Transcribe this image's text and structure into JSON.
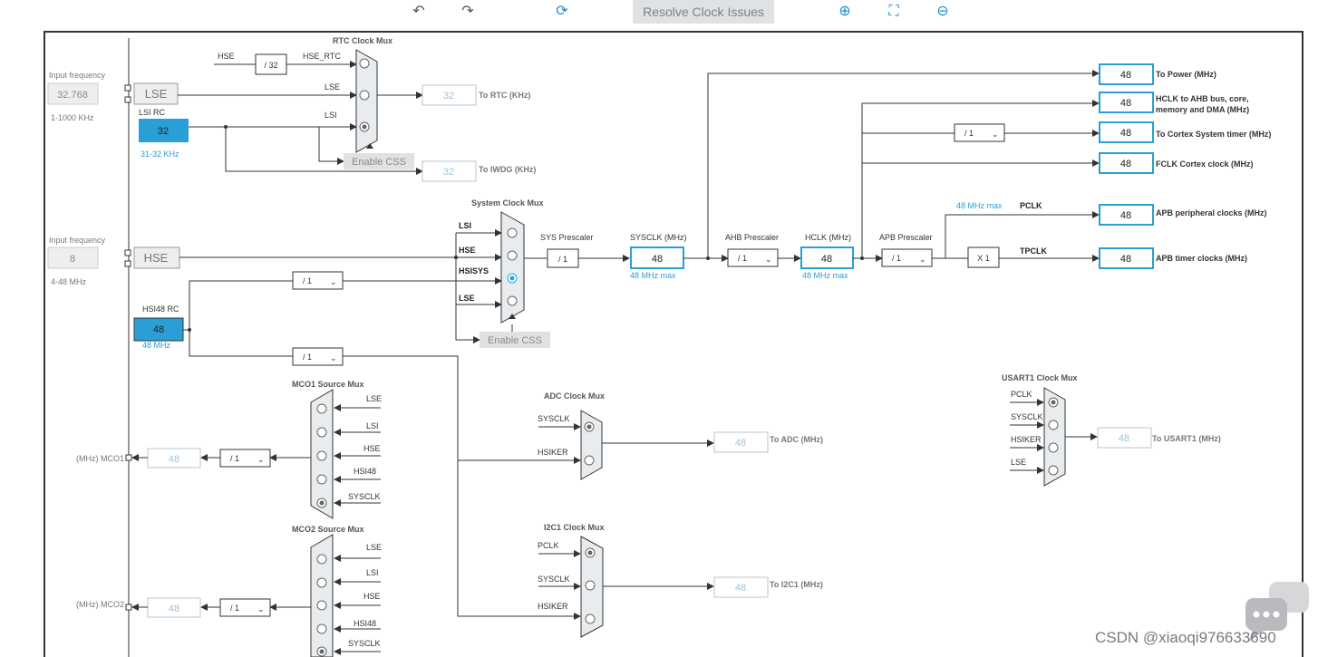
{
  "toolbar": {
    "resolve_label": "Resolve Clock Issues",
    "icons": [
      "undo-icon",
      "redo-icon",
      "refresh-icon",
      "zoom-in-icon",
      "fit-screen-icon",
      "zoom-out-icon"
    ]
  },
  "colors": {
    "accent": "#2a9fd6",
    "mux_fill": "#e9ecef",
    "line": "#333333"
  },
  "lse_section": {
    "input_freq_label": "Input frequency",
    "input_value": "32.768",
    "range": "1-1000 KHz",
    "lse_label": "LSE",
    "lsirc_label": "LSI RC",
    "lsi_value": "32",
    "lsi_range": "31-32 KHz"
  },
  "rtc_mux": {
    "title": "RTC Clock Mux",
    "hse_in": "HSE",
    "div": "/ 32",
    "hse_rtc": "HSE_RTC",
    "lse_in": "LSE",
    "lsi_in": "LSI",
    "enable_css": "Enable CSS",
    "rtc_value": "32",
    "rtc_label": "To RTC (KHz)",
    "iwdg_value": "32",
    "iwdg_label": "To IWDG (KHz)"
  },
  "hse_section": {
    "input_freq_label": "Input frequency",
    "input_value": "8",
    "range": "4-48 MHz",
    "hse_label": "HSE",
    "hsi48_label": "HSI48 RC",
    "hsi48_value": "48",
    "hsi48_range": "48 MHz",
    "div_a": "/ 1",
    "div_b": "/ 1"
  },
  "sys_mux": {
    "title": "System Clock Mux",
    "lsi": "LSI",
    "hse": "HSE",
    "hsisys": "HSISYS",
    "lse": "LSE",
    "enable_css": "Enable CSS",
    "sys_prescaler_label": "SYS Prescaler",
    "sys_prescaler_value": "/ 1",
    "sysclk_label": "SYSCLK (MHz)",
    "sysclk_value": "48",
    "sysclk_max": "48 MHz max",
    "ahb_label": "AHB Prescaler",
    "ahb_value": "/ 1",
    "hclk_label": "HCLK (MHz)",
    "hclk_value": "48",
    "hclk_max": "48 MHz max",
    "apb_label": "APB Prescaler",
    "apb_value": "/ 1"
  },
  "outputs": [
    {
      "value": "48",
      "label": "To Power (MHz)"
    },
    {
      "value": "48",
      "label": "HCLK to AHB bus, core,",
      "label2": "memory and DMA (MHz)"
    },
    {
      "value": "48",
      "label": "To Cortex System timer (MHz)"
    },
    {
      "value": "48",
      "label": "FCLK Cortex clock (MHz)"
    },
    {
      "value": "48",
      "label": "APB peripheral clocks (MHz)"
    },
    {
      "value": "48",
      "label": "APB timer clocks (MHz)"
    }
  ],
  "cortex_div": "/ 1",
  "apb_extra": {
    "max": "48 MHz max",
    "pclk": "PCLK",
    "tpclk": "TPCLK",
    "mult": "X 1"
  },
  "mco1": {
    "title": "MCO1 Source Mux",
    "inputs": [
      "LSE",
      "LSI",
      "HSE",
      "HSI48",
      "SYSCLK"
    ],
    "value": "48",
    "div": "/ 1",
    "label": "(MHz) MCO1"
  },
  "mco2": {
    "title": "MCO2 Source Mux",
    "inputs": [
      "LSE",
      "LSI",
      "HSE",
      "HSI48",
      "SYSCLK"
    ],
    "value": "48",
    "div": "/ 1",
    "label": "(MHz) MCO2"
  },
  "adc": {
    "title": "ADC Clock Mux",
    "in1": "SYSCLK",
    "in2": "HSIKER",
    "value": "48",
    "label": "To ADC (MHz)"
  },
  "i2c1": {
    "title": "I2C1 Clock Mux",
    "in1": "PCLK",
    "in2": "SYSCLK",
    "in3": "HSIKER",
    "value": "48",
    "label": "To I2C1 (MHz)"
  },
  "usart1": {
    "title": "USART1 Clock Mux",
    "inputs": [
      "PCLK",
      "SYSCLK",
      "HSIKER",
      "LSE"
    ],
    "value": "48",
    "label": "To USART1 (MHz)"
  },
  "watermark": "CSDN @xiaoqi976633690"
}
